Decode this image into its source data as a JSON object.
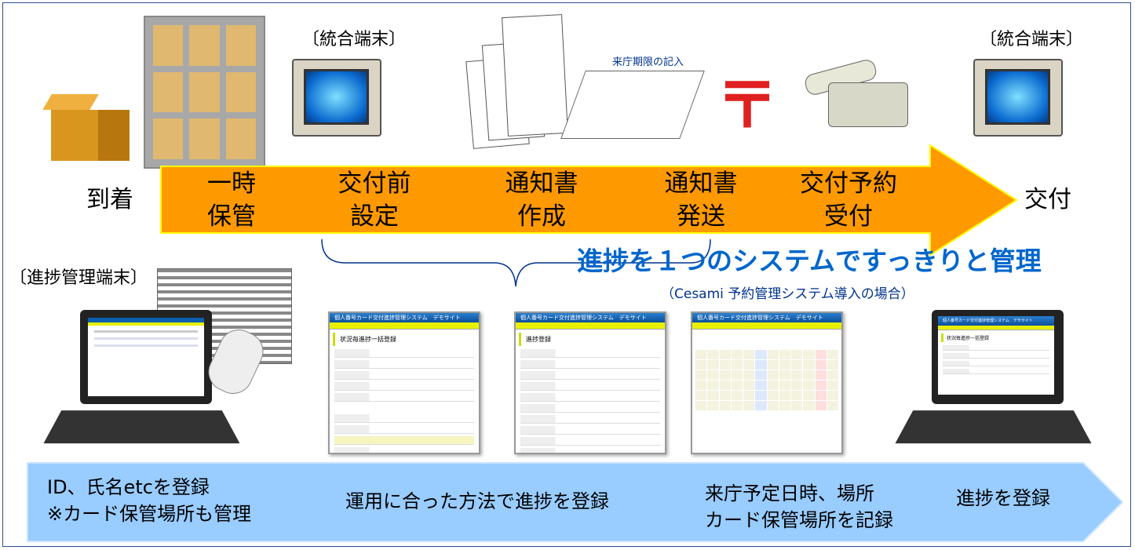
{
  "top": {
    "arrival": "到着",
    "delivery": "交付",
    "terminal_left": "〔統合端末〕",
    "terminal_right": "〔統合端末〕",
    "deadline_note": "来庁期限の記入",
    "postal_mark": "〒",
    "steps": [
      {
        "line1": "一時",
        "line2": "保管"
      },
      {
        "line1": "交付前",
        "line2": "設定"
      },
      {
        "line1": "通知書",
        "line2": "作成"
      },
      {
        "line1": "通知書",
        "line2": "発送"
      },
      {
        "line1": "交付予約",
        "line2": "受付"
      }
    ],
    "arrow_color": "#ff9900"
  },
  "middle": {
    "headline": "進捗を１つのシステムですっきりと管理",
    "subnote": "（Cesami 予約管理システム導入の場合）",
    "progress_terminal": "〔進捗管理端末〕",
    "headline_color": "#0066cc"
  },
  "screens": [
    {
      "title": "個人番号カード交付進捗管理システム　デモサイト",
      "heading": "状況毎進捗一括登録"
    },
    {
      "title": "個人番号カード交付進捗管理システム　デモサイト",
      "heading": "進捗登録"
    },
    {
      "title": "個人番号カード交付進捗管理システム　デモサイト",
      "heading": ""
    },
    {
      "title": "個人番号カード交付進捗管理システム　デモサイト",
      "heading": "状況毎進捗一括登録"
    }
  ],
  "bottom": {
    "item1_line1": "ID、氏名etcを登録",
    "item1_line2": "※カード保管場所も管理",
    "item2": "運用に合った方法で進捗を登録",
    "item3_line1": "来庁予定日時、場所",
    "item3_line2": "カード保管場所を記録",
    "item4": "進捗を登録",
    "arrow_color": "#99ccff"
  }
}
